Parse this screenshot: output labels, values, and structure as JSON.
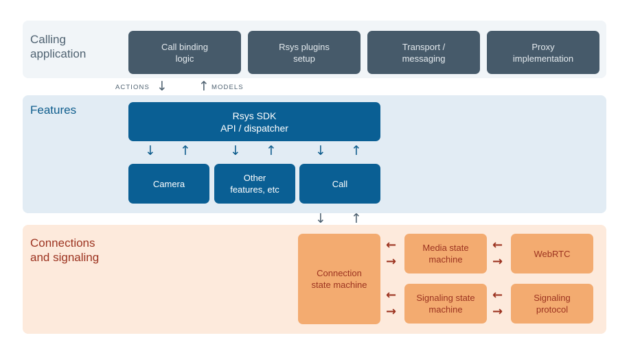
{
  "bands": {
    "calling": {
      "title": "Calling\napplication",
      "color": "#f1f5f8",
      "title_color": "#4f6271",
      "nodes": [
        {
          "label": "Call binding\nlogic"
        },
        {
          "label": "Rsys plugins\nsetup"
        },
        {
          "label": "Transport /\nmessaging"
        },
        {
          "label": "Proxy\nimplementation"
        }
      ]
    },
    "features": {
      "title": "Features",
      "color": "#e2ecf4",
      "title_color": "#0d5c8c",
      "sdk": {
        "label": "Rsys SDK\nAPI / dispatcher"
      },
      "nodes": [
        {
          "label": "Camera"
        },
        {
          "label": "Other\nfeatures, etc"
        },
        {
          "label": "Call"
        }
      ]
    },
    "connections": {
      "title": "Connections\nand signaling",
      "color": "#fdeadc",
      "title_color": "#9c3320",
      "connection": {
        "label": "Connection\nstate machine"
      },
      "nodes": [
        {
          "label": "Media state\nmachine"
        },
        {
          "label": "WebRTC"
        },
        {
          "label": "Signaling state\nmachine"
        },
        {
          "label": "Signaling\nprotocol"
        }
      ]
    }
  },
  "captions": {
    "actions": "ACTIONS",
    "models": "MODELS"
  },
  "glyphs": {
    "arrow_down": "↓",
    "arrow_up": "↑",
    "arrow_left": "←",
    "arrow_right": "→"
  },
  "colors": {
    "dark_slate": "#465a6a",
    "blue": "#0a5f94",
    "orange": "#f3ab70",
    "maroon": "#9c3320",
    "band_calling": "#f1f5f8",
    "band_features": "#e2ecf4",
    "band_connections": "#fdeadc",
    "page_background": "#ffffff"
  }
}
